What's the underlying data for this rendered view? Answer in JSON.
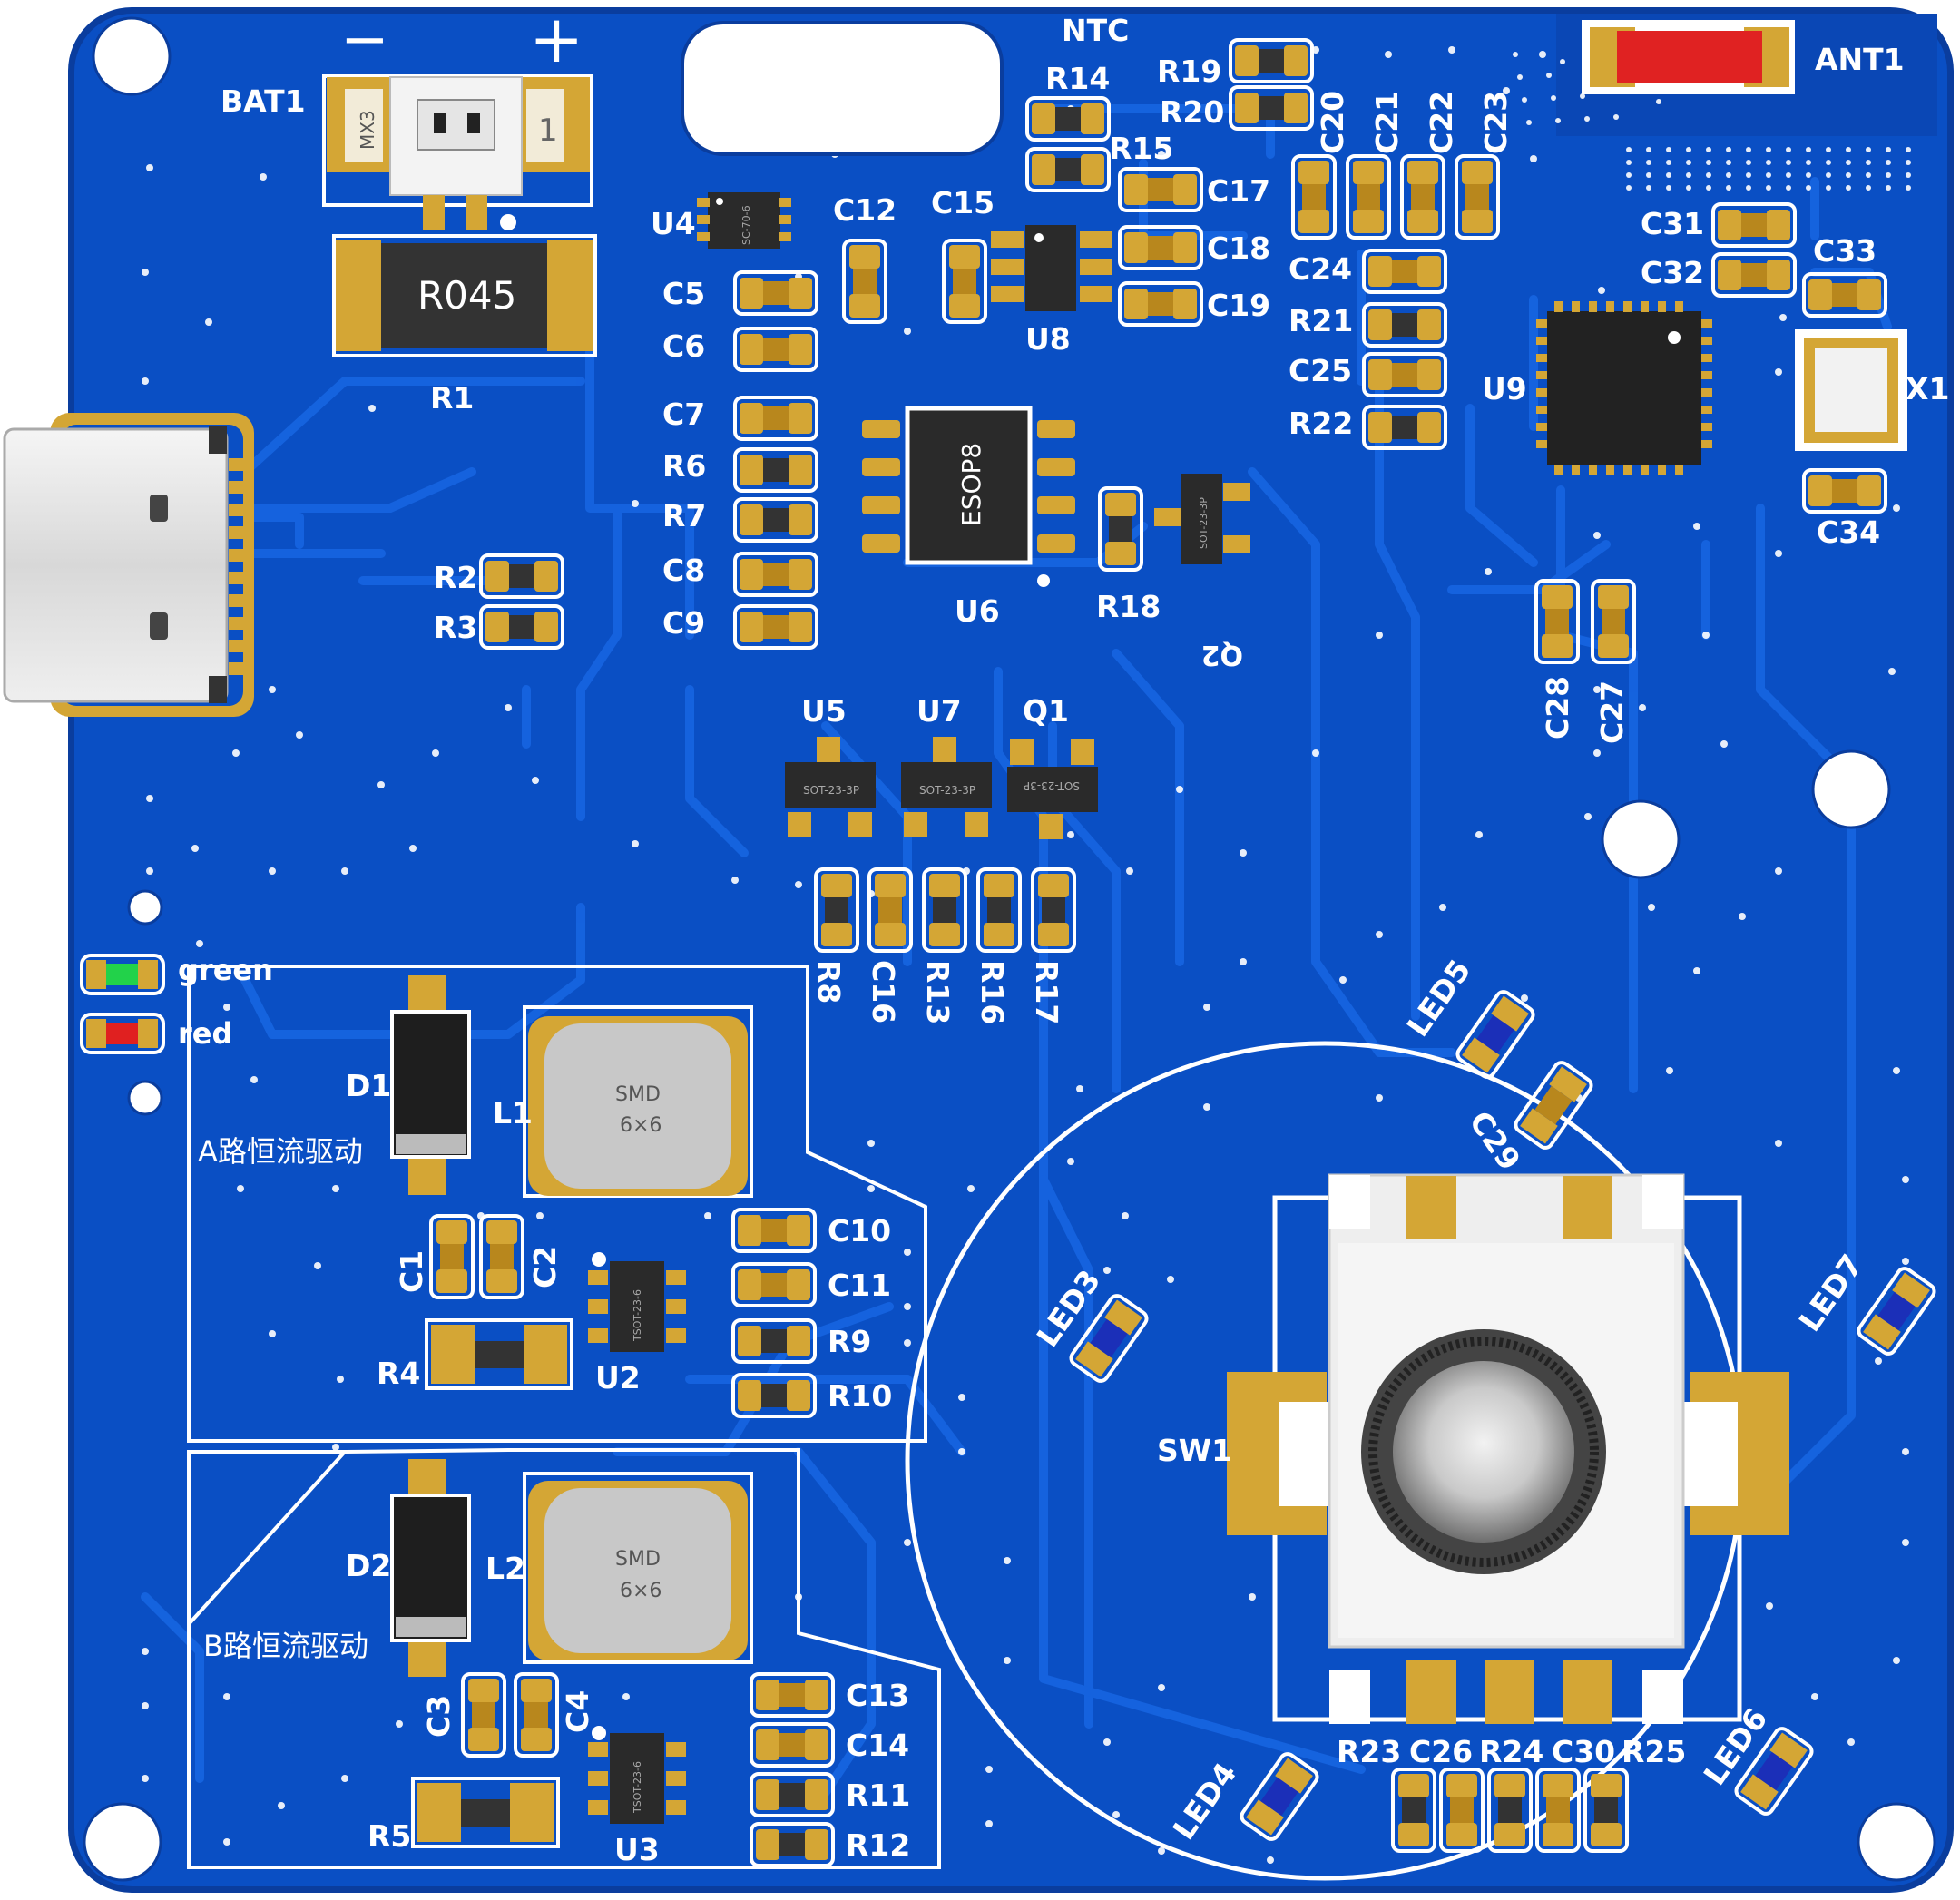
{
  "board": {
    "colors": {
      "pcb": "#0a4fc4",
      "pcb_dark": "#0a3d9e",
      "trace": "#1360db",
      "silk": "#ffffff",
      "pad": "#d4a635",
      "pad_dark": "#b8871d",
      "chip": "#2a2a2a",
      "inductor": "#c8c8c8",
      "led_blue": "#1b2fb8",
      "led_green": "#22d24a",
      "led_red": "#e02020"
    }
  },
  "labels": {
    "bat1": "BAT1",
    "bat_minus": "−",
    "bat_plus": "+",
    "bat_mx3": "MX3",
    "bat_pin1": "1",
    "r1": "R1",
    "r045": "R045",
    "r2": "R2",
    "r3": "R3",
    "u4": "U4",
    "u4_mark": "SC-70-6",
    "c12": "C12",
    "c5": "C5",
    "c6": "C6",
    "c7": "C7",
    "r6": "R6",
    "r7": "R7",
    "c8": "C8",
    "c9": "C9",
    "c15": "C15",
    "u8": "U8",
    "r14": "R14",
    "r15": "R15",
    "ntc": "NTC",
    "r19": "R19",
    "r20": "R20",
    "c17": "C17",
    "c18": "C18",
    "c19": "C19",
    "c20": "C20",
    "c21": "C21",
    "c22": "C22",
    "c23": "C23",
    "c24": "C24",
    "r21": "R21",
    "c25": "C25",
    "r22": "R22",
    "u6": "U6",
    "esop8": "ESOP8",
    "r18": "R18",
    "q2": "Q2",
    "q2_mark": "SOT-23-3P",
    "ant1": "ANT1",
    "c31": "C31",
    "c32": "C32",
    "c33": "C33",
    "u9": "U9",
    "x1": "X1",
    "c34": "C34",
    "c28": "C28",
    "c27": "C27",
    "u5": "U5",
    "u7": "U7",
    "q1": "Q1",
    "sot_mark": "SOT-23-3P",
    "r8": "R8",
    "c16": "C16",
    "r13": "R13",
    "r16": "R16",
    "r17": "R17",
    "green": "green",
    "red": "red",
    "d1": "D1",
    "l1": "L1",
    "smd": "SMD",
    "six_by_six": "6×6",
    "a_driver": "A路恒流驱动",
    "c1": "C1",
    "c2": "C2",
    "c10": "C10",
    "c11": "C11",
    "r9": "R9",
    "r10": "R10",
    "r4": "R4",
    "u2": "U2",
    "tsot_mark": "TSOT-23-6",
    "d2": "D2",
    "l2": "L2",
    "b_driver": "B路恒流驱动",
    "c3": "C3",
    "c4": "C4",
    "c13": "C13",
    "c14": "C14",
    "r11": "R11",
    "r12": "R12",
    "r5": "R5",
    "u3": "U3",
    "led5": "LED5",
    "c29": "C29",
    "led3": "LED3",
    "led7": "LED7",
    "sw1": "SW1",
    "led4": "LED4",
    "led6": "LED6",
    "r23": "R23",
    "c26": "C26",
    "r24": "R24",
    "c30": "C30",
    "r25": "R25"
  }
}
